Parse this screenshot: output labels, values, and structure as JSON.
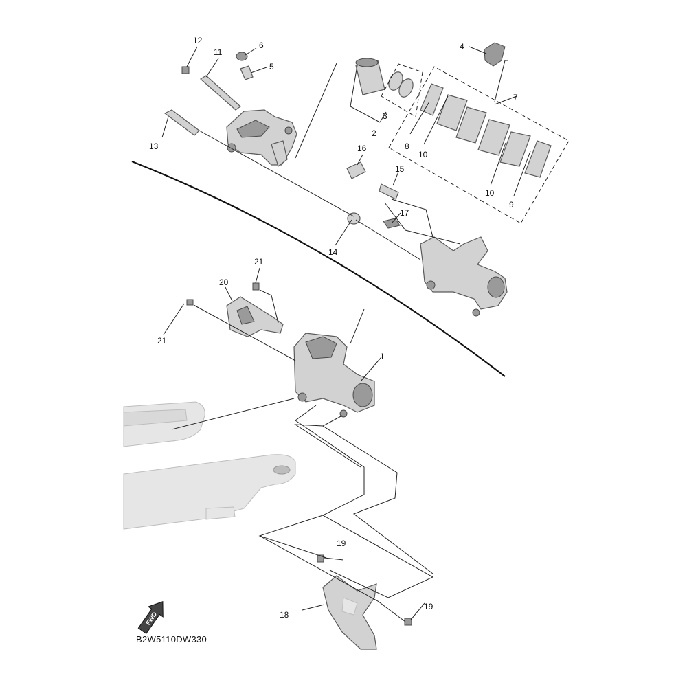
{
  "diagram": {
    "code": "B2W5110DW330",
    "fwd_label": "FWD",
    "callouts": [
      "12",
      "6",
      "11",
      "5",
      "4",
      "7",
      "2",
      "3",
      "8",
      "10",
      "16",
      "15",
      "13",
      "10",
      "9",
      "17",
      "14",
      "21",
      "20",
      "21",
      "1",
      "19",
      "19",
      "18"
    ]
  }
}
